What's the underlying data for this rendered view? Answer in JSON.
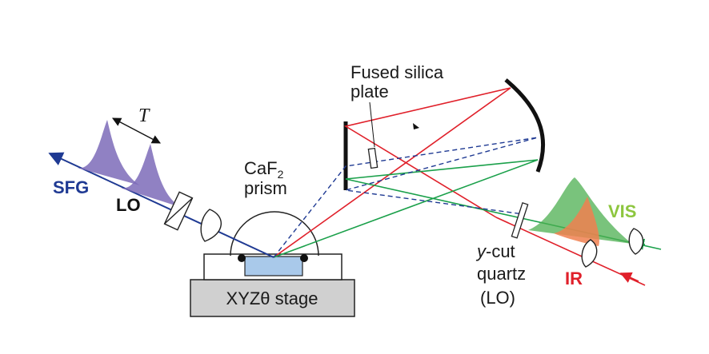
{
  "labels": {
    "fused_silica": "Fused silica",
    "plate": "plate",
    "caf2": "CaF",
    "caf2_sub": "2",
    "prism": "prism",
    "stage": "XYZθ stage",
    "sfg": "SFG",
    "lo": "LO",
    "t": "T",
    "vis": "VIS",
    "ir": "IR",
    "ycut_y": "y",
    "ycut_rest": "-cut",
    "quartz": "quartz",
    "lo_paren": "(LO)"
  },
  "colors": {
    "sfg": "#1f3a93",
    "ir": "#e0202a",
    "vis": "#1aa04a",
    "vis_pulse": "#4caf50",
    "ir_pulse": "#f08050",
    "pulse": "#7d6bb8",
    "stage": "#d0d0d0",
    "prism": "#a9c9ea",
    "vis_label": "#8dc63f"
  }
}
